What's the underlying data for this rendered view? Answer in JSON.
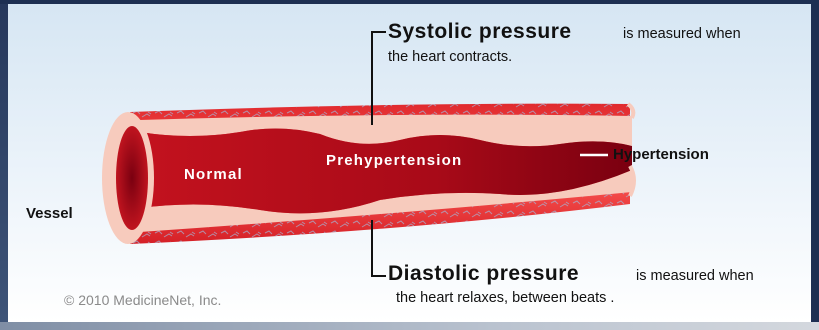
{
  "labels": {
    "systolic_term": "Systolic pressure",
    "systolic_rest": "is measured when",
    "systolic_line2": "the heart contracts.",
    "diastolic_term": "Diastolic pressure",
    "diastolic_rest": "is measured when",
    "diastolic_line2": "the heart relaxes, between beats .",
    "normal": "Normal",
    "prehypertension": "Prehypertension",
    "hypertension": "Hypertension",
    "vessel": "Vessel"
  },
  "copyright": "© 2010 MedicineNet, Inc.",
  "colors": {
    "vessel_red": "#d41f26",
    "vessel_dark": "#8c0010",
    "wall_pink": "#f6c7b8",
    "background_top": "#d6e6f3",
    "frame": "#1d2f52"
  }
}
